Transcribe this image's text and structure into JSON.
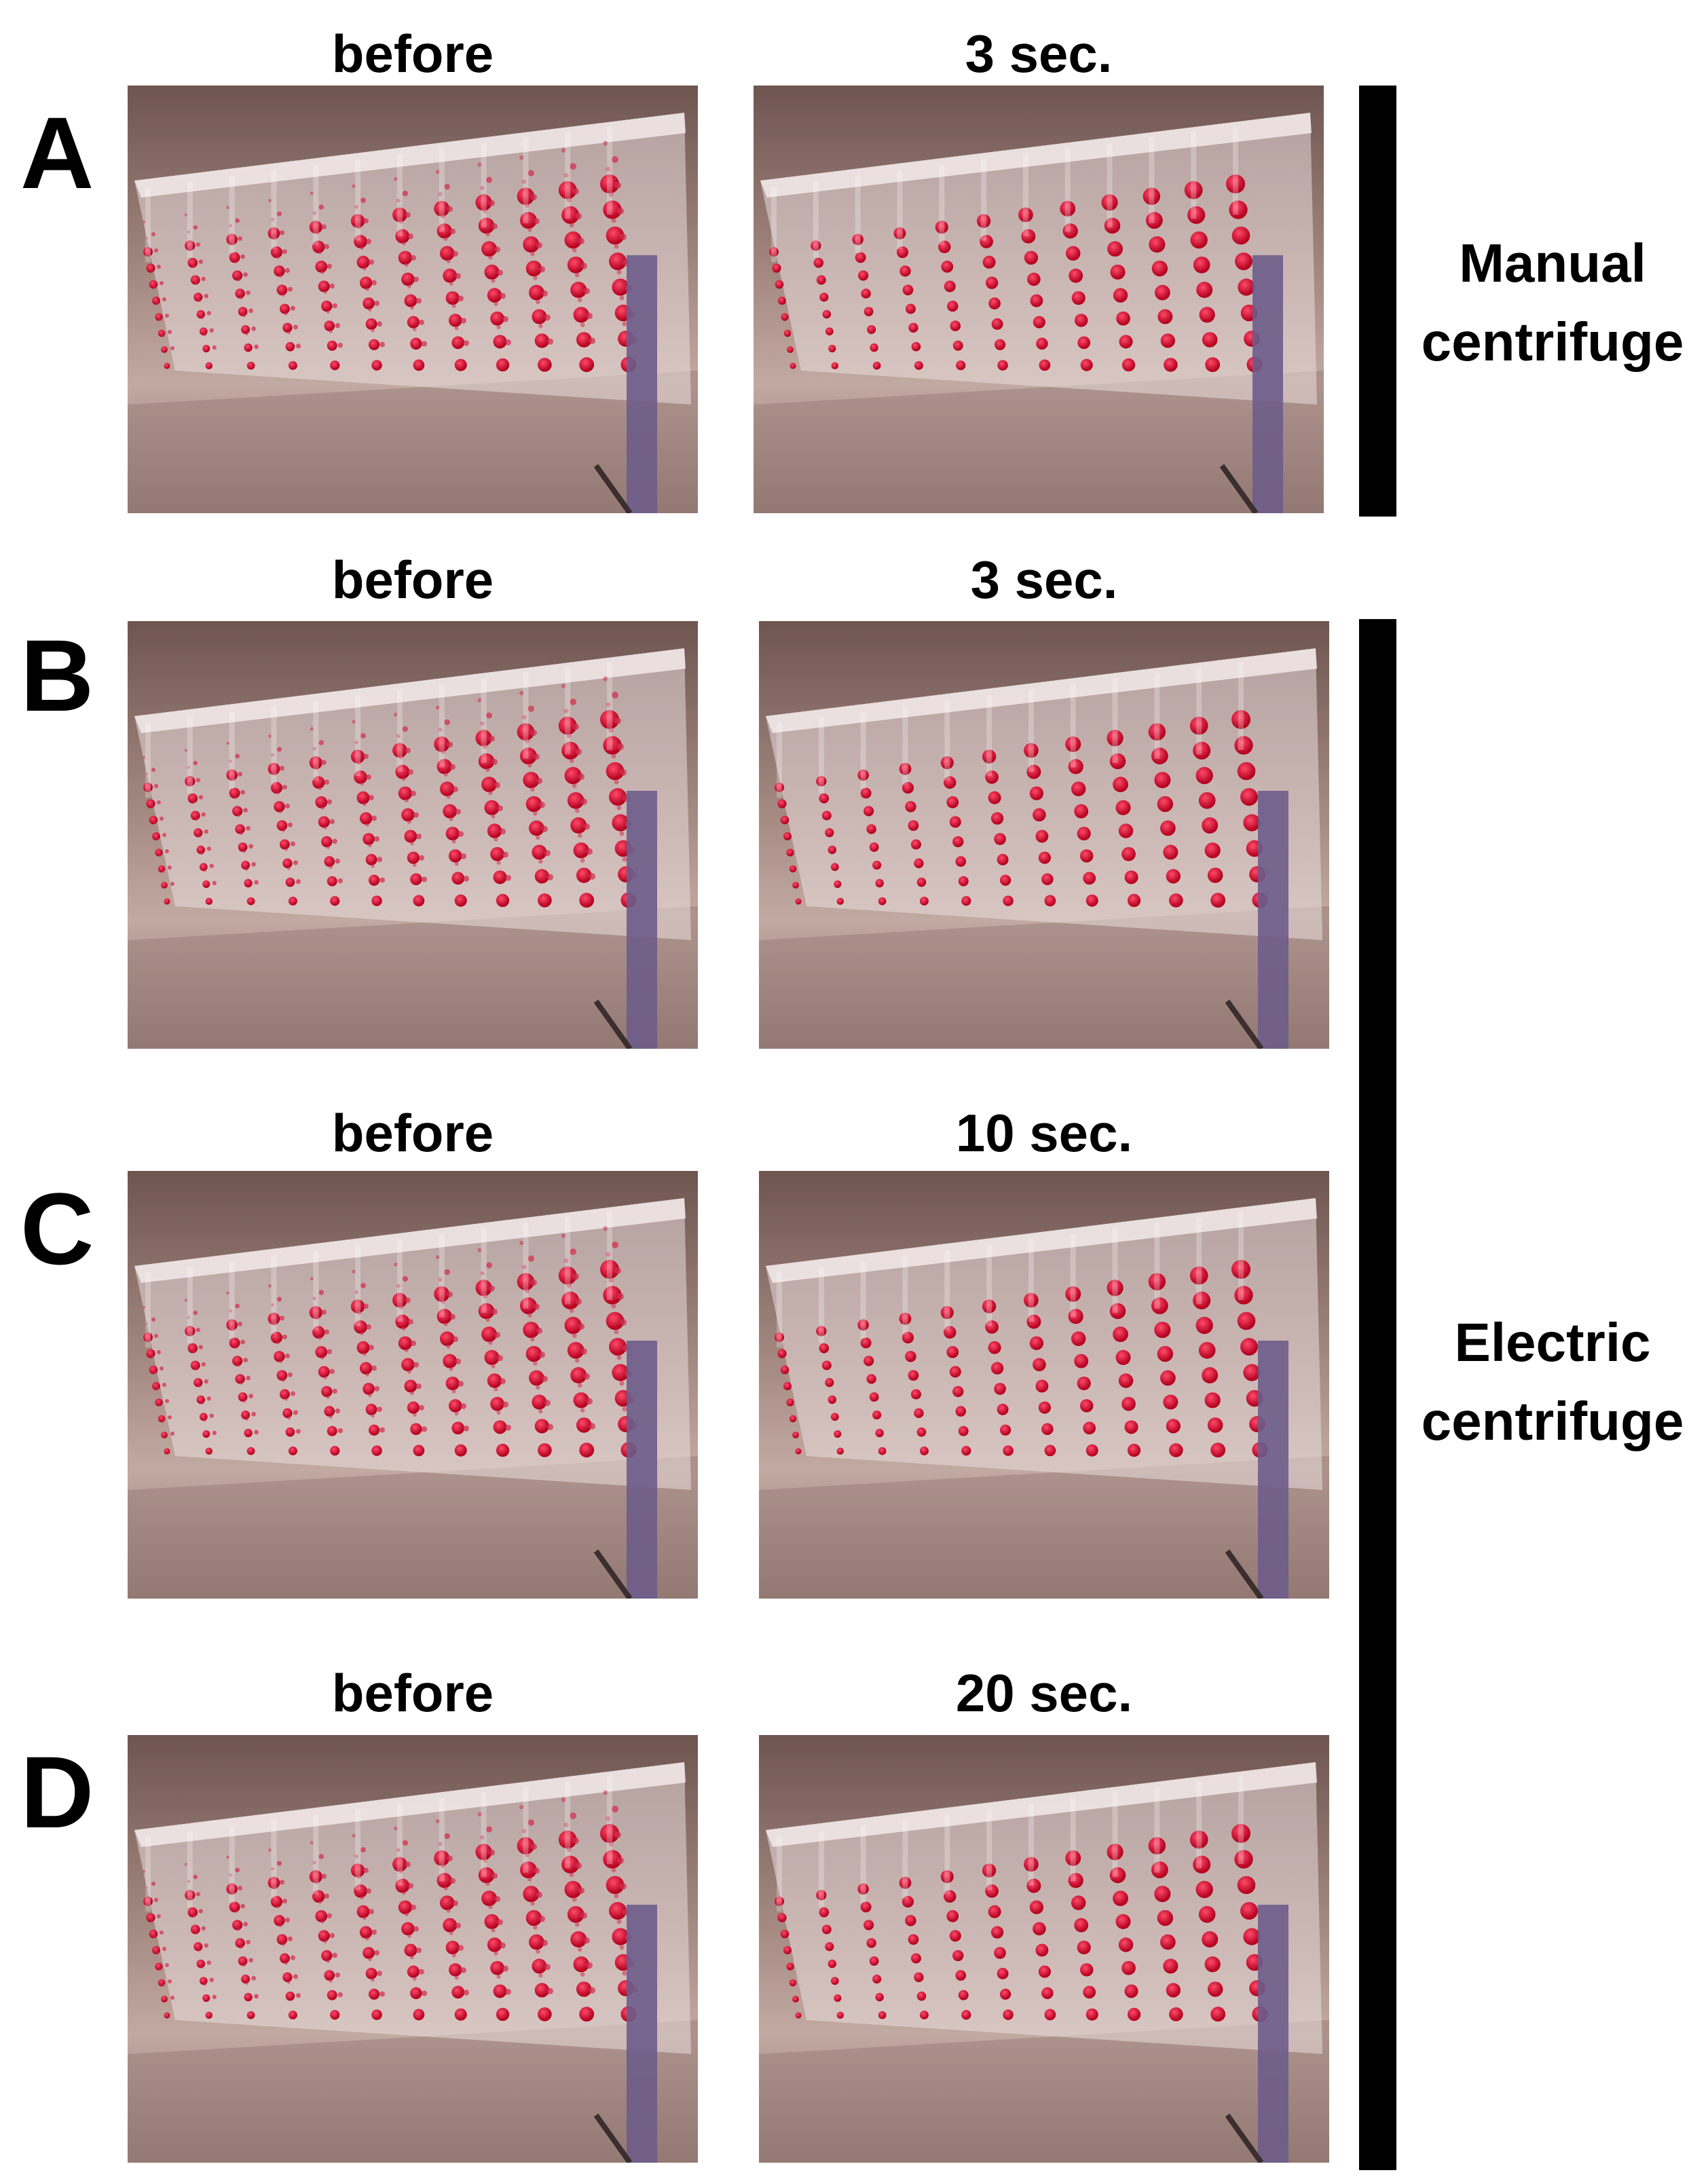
{
  "panels": [
    {
      "letter": "A",
      "before_label": "before",
      "after_label": "3 sec."
    },
    {
      "letter": "B",
      "before_label": "before",
      "after_label": "3 sec."
    },
    {
      "letter": "C",
      "before_label": "before",
      "after_label": "10 sec."
    },
    {
      "letter": "D",
      "before_label": "before",
      "after_label": "20 sec."
    }
  ],
  "groups": {
    "manual": {
      "line1": "Manual",
      "line2": "centrifuge"
    },
    "electric": {
      "line1": "Electric",
      "line2": "centrifuge"
    }
  }
}
